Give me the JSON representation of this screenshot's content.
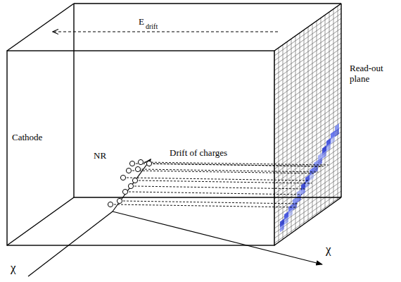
{
  "diagram": {
    "labels": [
      "E",
      "drift",
      "Read-out plane",
      "Cathode",
      "NR",
      "Drift of charges",
      "χ",
      "χ"
    ]
  }
}
